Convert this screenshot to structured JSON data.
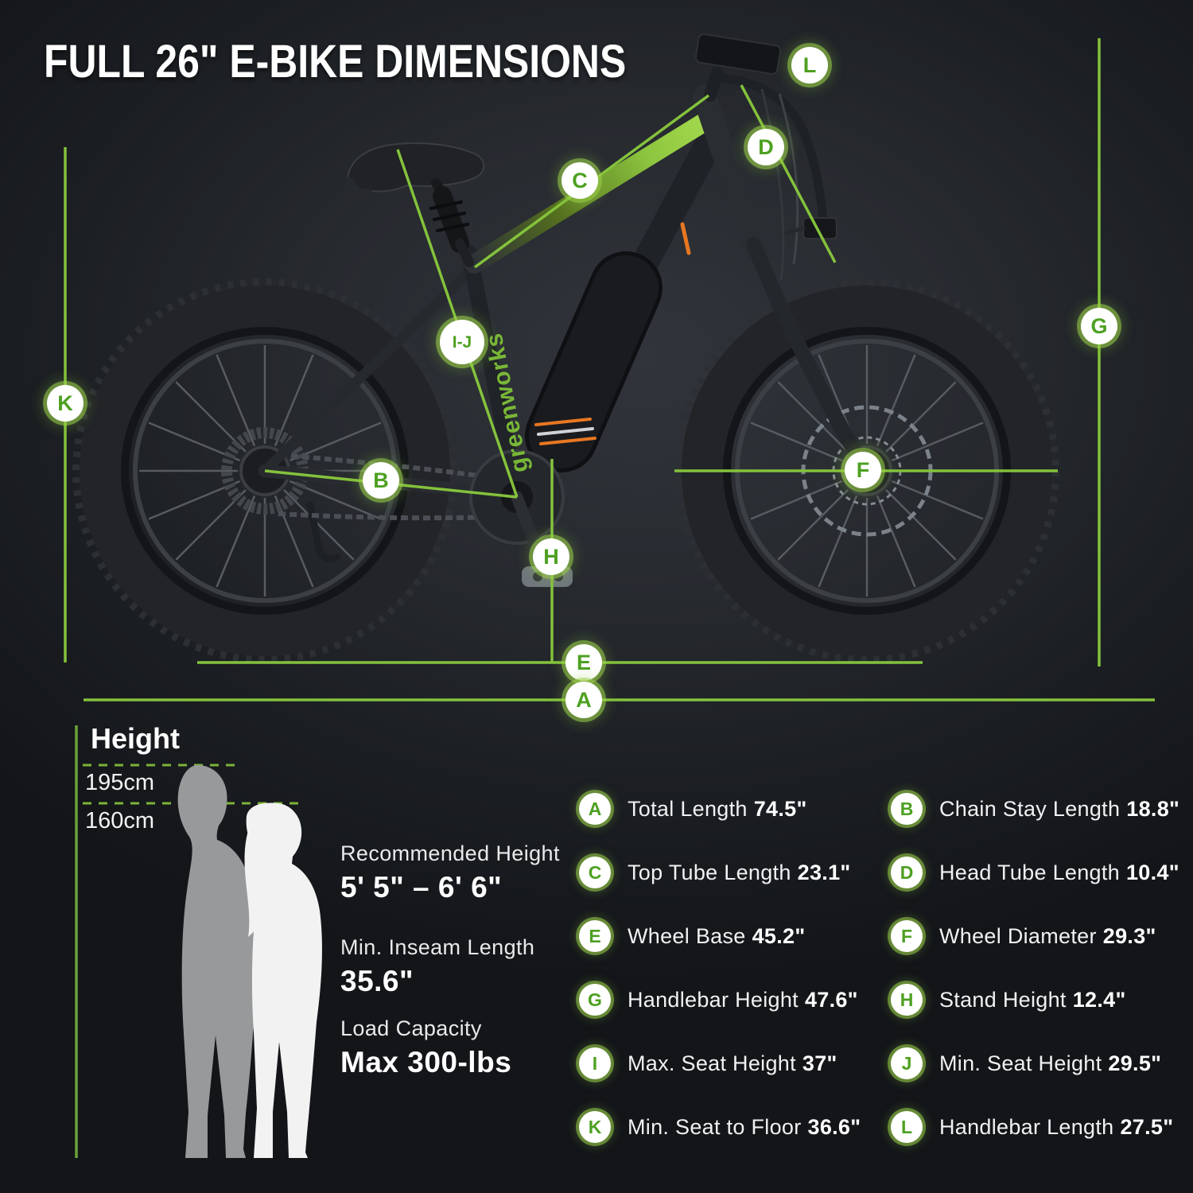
{
  "title": "FULL 26\" E-BIKE DIMENSIONS",
  "brand_logo": "greenworks",
  "colors": {
    "accent_green": "#8dc63f",
    "badge_letter_green": "#4da021",
    "background_dark": "#1b1e22",
    "battery_accent_orange": "#e87722"
  },
  "diagram": {
    "badges": {
      "a": "A",
      "b": "B",
      "c": "C",
      "d": "D",
      "e": "E",
      "f": "F",
      "g": "G",
      "h": "H",
      "ij": "I-J",
      "k": "K",
      "l": "L"
    }
  },
  "height_panel": {
    "heading": "Height",
    "tall_marker": "195cm",
    "short_marker": "160cm",
    "recommended_height_label": "Recommended Height",
    "recommended_height_value": "5' 5\" – 6' 6\"",
    "min_inseam_label": "Min. Inseam Length",
    "min_inseam_value": "35.6\"",
    "load_capacity_label": "Load Capacity",
    "load_capacity_value": "Max 300-lbs"
  },
  "specs": {
    "left": [
      {
        "key": "A",
        "label": "Total Length",
        "value": "74.5\""
      },
      {
        "key": "C",
        "label": "Top Tube Length",
        "value": "23.1\""
      },
      {
        "key": "E",
        "label": "Wheel Base",
        "value": "45.2\""
      },
      {
        "key": "G",
        "label": "Handlebar Height",
        "value": "47.6\""
      },
      {
        "key": "I",
        "label": "Max. Seat Height",
        "value": "37\""
      },
      {
        "key": "K",
        "label": "Min. Seat to Floor",
        "value": "36.6\""
      }
    ],
    "right": [
      {
        "key": "B",
        "label": "Chain Stay Length",
        "value": "18.8\""
      },
      {
        "key": "D",
        "label": "Head Tube Length",
        "value": "10.4\""
      },
      {
        "key": "F",
        "label": "Wheel Diameter",
        "value": "29.3\""
      },
      {
        "key": "H",
        "label": "Stand Height",
        "value": "12.4\""
      },
      {
        "key": "J",
        "label": "Min. Seat Height",
        "value": "29.5\""
      },
      {
        "key": "L",
        "label": "Handlebar Length",
        "value": "27.5\""
      }
    ]
  }
}
